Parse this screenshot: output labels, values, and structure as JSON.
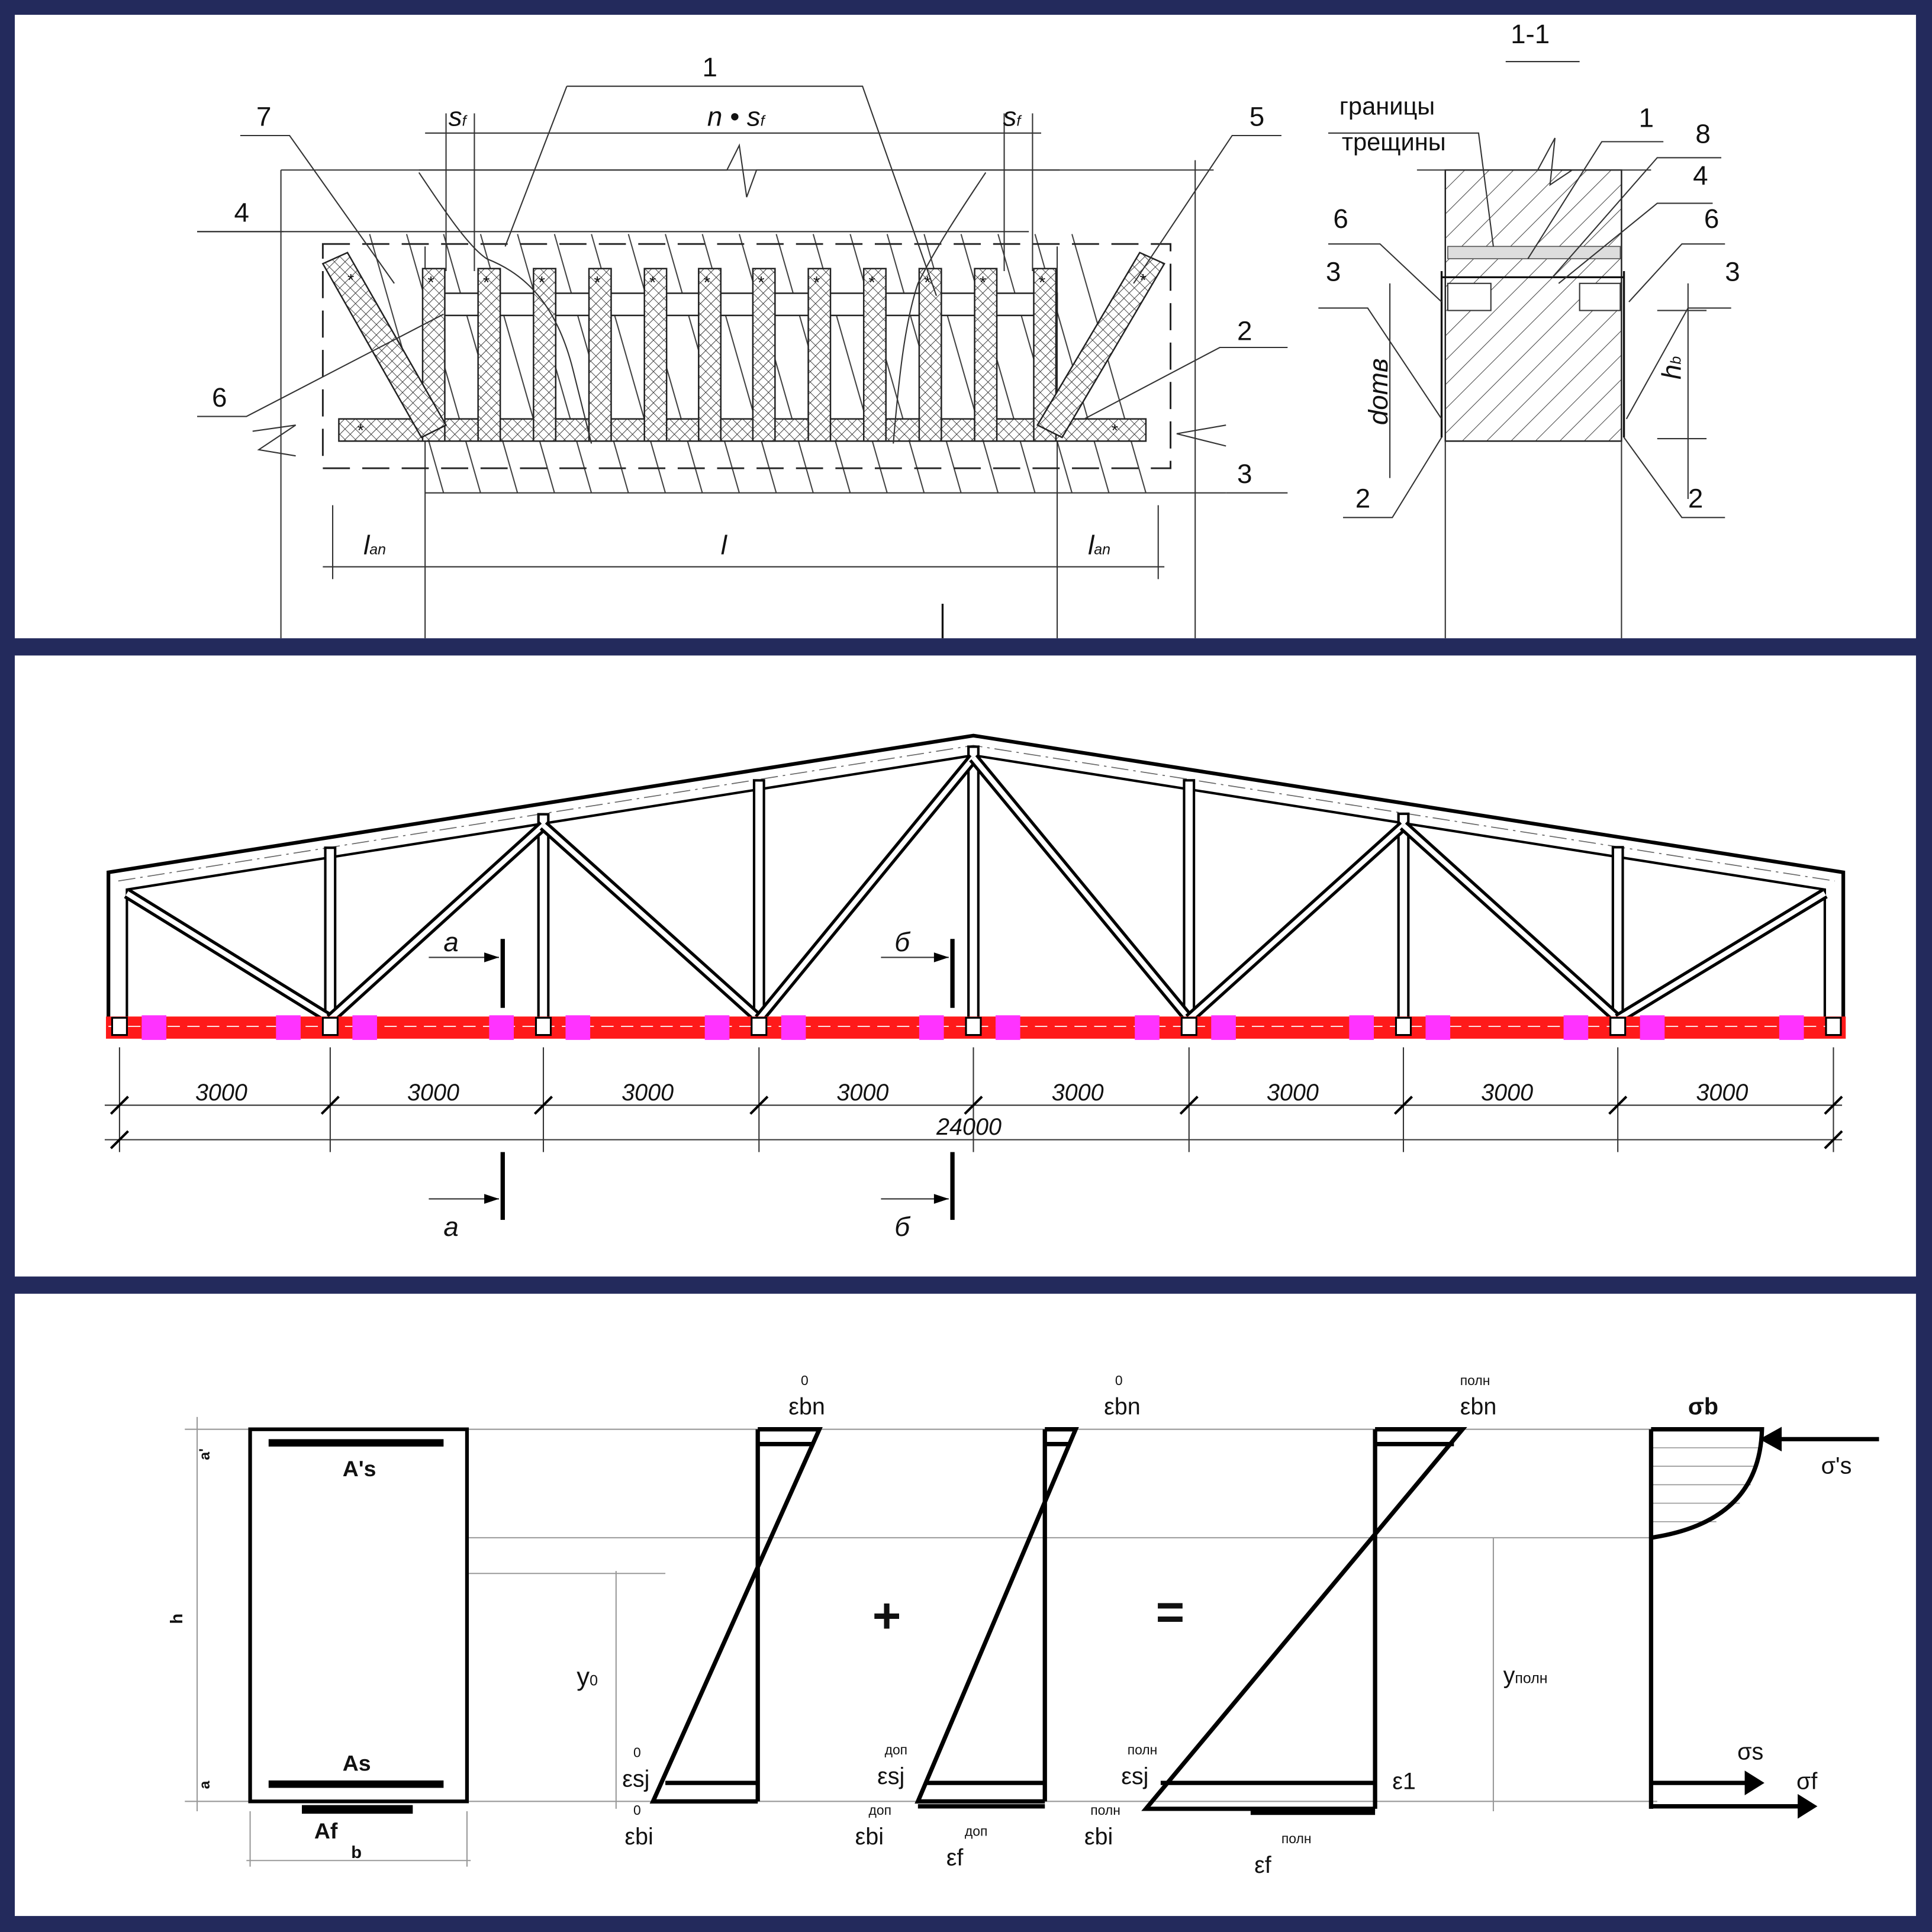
{
  "colors": {
    "frame": "#232a5c",
    "panel": "#ffffff",
    "chord": "#ff1a1a",
    "pads": "#ff33ff"
  },
  "panel1": {
    "plan": {
      "callouts": [
        "1",
        "7",
        "4",
        "5",
        "2",
        "6",
        "3"
      ],
      "s_f_left": "s",
      "s_f_sub": "f",
      "n_s_f": "n • s",
      "n_s_f_sub": "f",
      "s_f_right": "s",
      "l_an_left": "l",
      "l_an_sub": "an",
      "l_main": "l",
      "l_an_right": "l"
    },
    "section": {
      "title": "1-1",
      "crack_label_1": "границы",
      "crack_label_2": "трещины",
      "callouts_right": [
        "1",
        "8",
        "4",
        "6",
        "3",
        "2"
      ],
      "callouts_left": [
        "6",
        "3",
        "2"
      ],
      "d_label": "dотв",
      "h_label": "h",
      "h_sub": "b"
    }
  },
  "panel2": {
    "panel_dims": [
      "3000",
      "3000",
      "3000",
      "3000",
      "3000",
      "3000",
      "3000",
      "3000"
    ],
    "total_dim": "24000",
    "section_marks": [
      "а",
      "б",
      "а",
      "б"
    ]
  },
  "panel3": {
    "section": {
      "As_top": "A's",
      "As": "As",
      "Af": "Af",
      "b": "b",
      "h": "h",
      "a_top": "a'",
      "a": "a"
    },
    "diagram1": {
      "top": "εbn",
      "top_sup": "0",
      "sj": "εsj",
      "sj_sup": "0",
      "bi": "εbi",
      "bi_sup": "0",
      "y": "y",
      "y_sub": "0"
    },
    "plus": "+",
    "diagram2": {
      "top": "εbn",
      "top_sup": "0",
      "sj": "εsj",
      "sj_sup": "доп",
      "bi": "εbi",
      "bi_sup": "доп",
      "f": "εf",
      "f_sup": "доп"
    },
    "equals": "=",
    "diagram3": {
      "top": "εbn",
      "top_sup": "полн",
      "sj": "εsj",
      "sj_sup": "полн",
      "bi": "εbi",
      "bi_sup": "полн",
      "f": "εf",
      "f_sup": "полн",
      "e1": "ε1",
      "y": "y",
      "y_sub": "полн"
    },
    "stress": {
      "sb": "σb",
      "ss_top": "σ's",
      "ss": "σs",
      "sf": "σf"
    }
  }
}
